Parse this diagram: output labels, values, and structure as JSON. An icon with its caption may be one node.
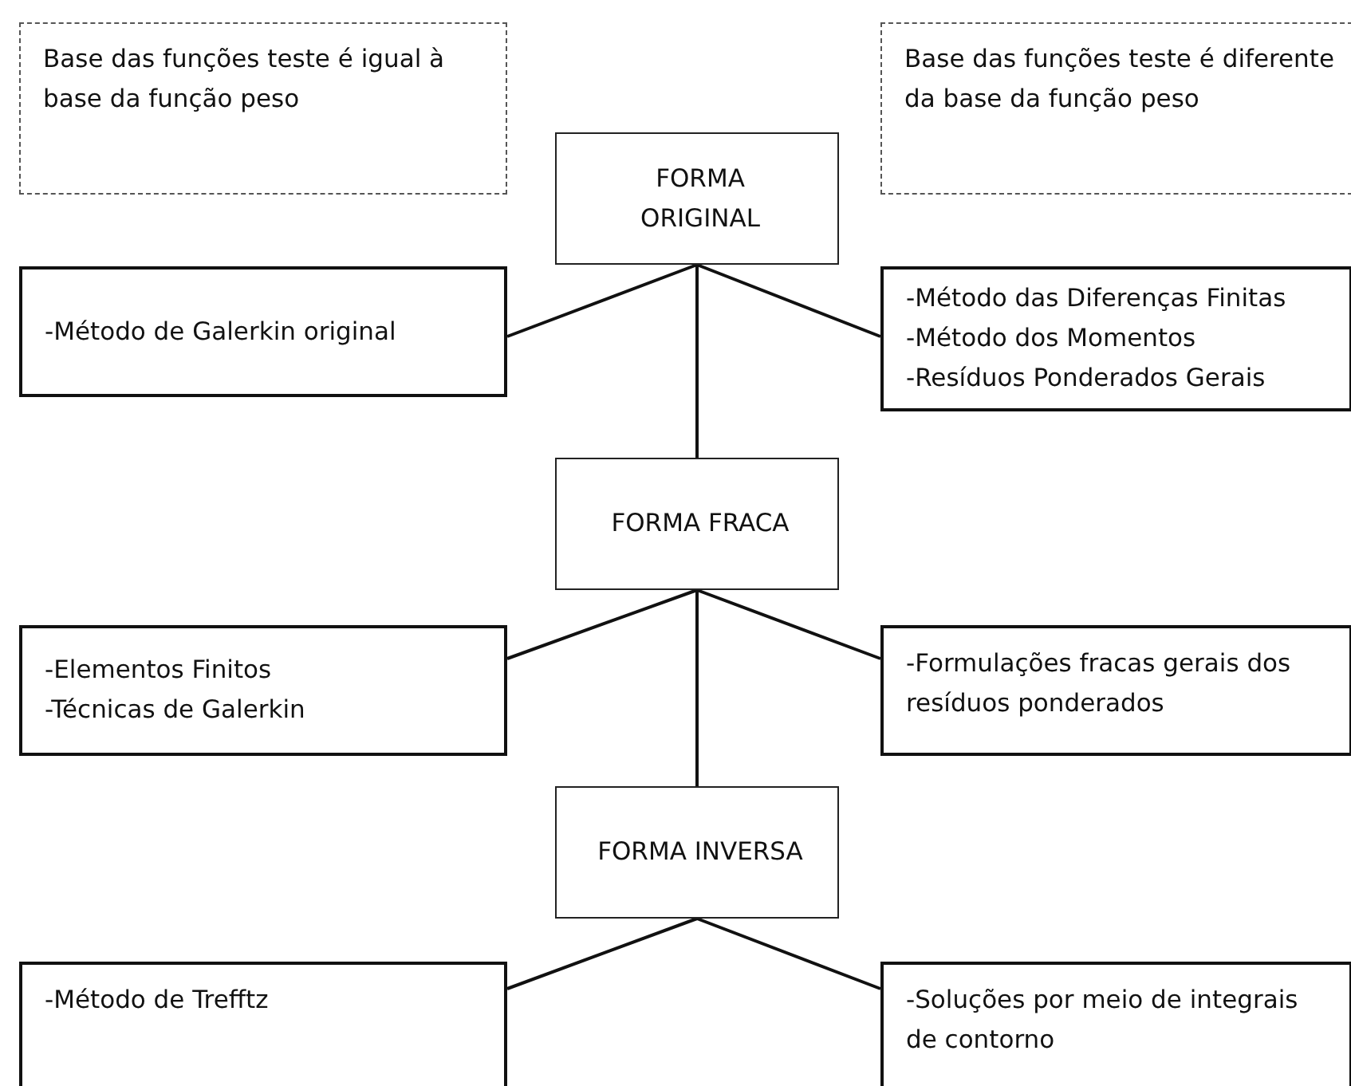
{
  "diagram": {
    "nodes": [
      {
        "text": [
          "Base das funções teste é igual à base da função peso"
        ]
      },
      {
        "text": [
          "Base das funções teste é diferente da base da função peso"
        ]
      },
      {
        "text": [
          "FORMA ORIGINAL"
        ]
      },
      {
        "text": [
          "-Método de Galerkin original"
        ]
      },
      {
        "text": [
          "-Método das Diferenças Finitas",
          "-Método dos Momentos",
          "-Resíduos Ponderados Gerais"
        ]
      },
      {
        "text": [
          "FORMA FRACA"
        ]
      },
      {
        "text": [
          "-Elementos Finitos",
          "-Técnicas de Galerkin"
        ]
      },
      {
        "text": [
          "-Formulações fracas gerais dos resíduos ponderados"
        ]
      },
      {
        "text": [
          "FORMA INVERSA"
        ]
      },
      {
        "text": [
          "-Método de Trefftz"
        ]
      },
      {
        "text": [
          "-Soluções por meio de integrais de contorno"
        ]
      }
    ],
    "edges": [
      {
        "from": 2,
        "to": 3,
        "arrow": "none"
      },
      {
        "from": 2,
        "to": 4,
        "arrow": "none"
      },
      {
        "from": 2,
        "to": 5,
        "arrow": "none"
      },
      {
        "from": 5,
        "to": 6,
        "arrow": "none"
      },
      {
        "from": 5,
        "to": 7,
        "arrow": "none"
      },
      {
        "from": 5,
        "to": 8,
        "arrow": "none"
      },
      {
        "from": 8,
        "to": 9,
        "arrow": "none"
      },
      {
        "from": 8,
        "to": 10,
        "arrow": "none"
      }
    ]
  }
}
